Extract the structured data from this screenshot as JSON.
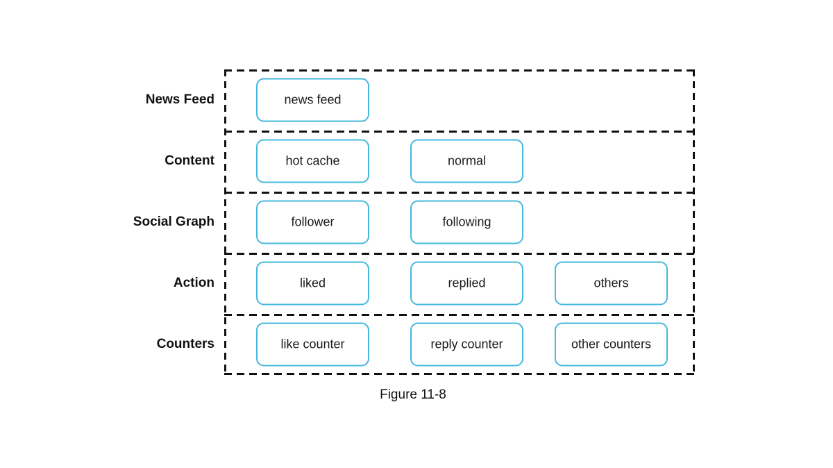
{
  "figure": {
    "caption": "Figure 11-8"
  },
  "diagram": {
    "rows": [
      {
        "label": "News Feed",
        "boxes": [
          "news feed"
        ]
      },
      {
        "label": "Content",
        "boxes": [
          "hot cache",
          "normal"
        ]
      },
      {
        "label": "Social Graph",
        "boxes": [
          "follower",
          "following"
        ]
      },
      {
        "label": "Action",
        "boxes": [
          "liked",
          "replied",
          "others"
        ]
      },
      {
        "label": "Counters",
        "boxes": [
          "like counter",
          "reply counter",
          "other counters"
        ]
      }
    ],
    "colors": {
      "box_border": "#45b8dd",
      "dashed_line": "#111111",
      "text": "#141414",
      "background": "#ffffff"
    }
  }
}
